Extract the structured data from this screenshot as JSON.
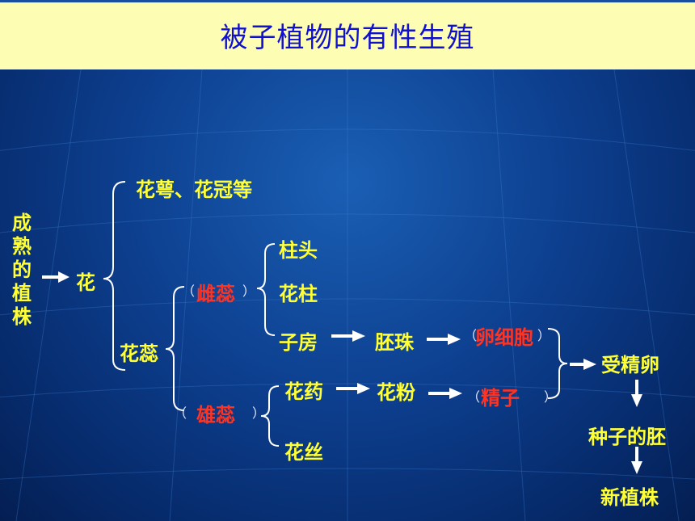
{
  "title": "被子植物的有性生殖",
  "nodes": {
    "mature_plant": "成熟的植株",
    "flower": "花",
    "sepal_petal": "花萼、花冠等",
    "stamen_pistil": "花蕊",
    "pistil": "雌蕊",
    "stamen": "雄蕊",
    "stigma": "柱头",
    "style": "花柱",
    "ovary": "子房",
    "anther": "花药",
    "filament": "花丝",
    "ovule": "胚珠",
    "pollen": "花粉",
    "egg_cell": "卵细胞",
    "sperm": "精子",
    "fertilized_egg": "受精卵",
    "seed_embryo": "种子的胚",
    "new_plant": "新植株"
  },
  "parens": {
    "open": "（",
    "close": "）"
  },
  "colors": {
    "title_bar": "#fdfdb4",
    "title_text": "#1010d0",
    "label": "#ffff33",
    "highlight": "#ff3322",
    "background": "#0d3f8f"
  }
}
